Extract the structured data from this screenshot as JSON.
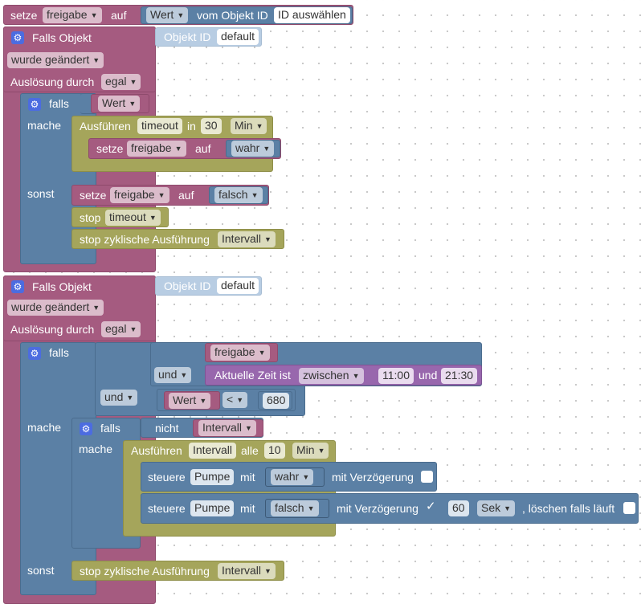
{
  "top": {
    "setze": "setze",
    "var": "freigabe",
    "auf": "auf",
    "attr": "Wert",
    "vom_objekt": "vom Objekt ID",
    "id_select": "ID auswählen"
  },
  "trigger1": {
    "title": "Falls Objekt",
    "objekt_id_label": "Objekt ID",
    "objekt_id_value": "default",
    "condition": "wurde geändert",
    "ausloesung": "Auslösung durch",
    "ausloesung_value": "egal",
    "if_block": {
      "falls": "falls",
      "falls_value": "Wert",
      "mache": "mache",
      "sonst": "sonst",
      "timeout_block": {
        "ausfuehren": "Ausführen",
        "name": "timeout",
        "in": "in",
        "value": "30",
        "unit": "Min",
        "inner": {
          "setze": "setze",
          "var": "freigabe",
          "auf": "auf",
          "value": "wahr"
        }
      },
      "else_set": {
        "setze": "setze",
        "var": "freigabe",
        "auf": "auf",
        "value": "falsch"
      },
      "stop_timeout": {
        "label": "stop",
        "name": "timeout"
      },
      "stop_interval": {
        "label": "stop zyklische Ausführung",
        "name": "Intervall"
      }
    }
  },
  "trigger2": {
    "title": "Falls Objekt",
    "objekt_id_label": "Objekt ID",
    "objekt_id_value": "default",
    "condition": "wurde geändert",
    "ausloesung": "Auslösung durch",
    "ausloesung_value": "egal",
    "if_block": {
      "falls": "falls",
      "mache": "mache",
      "sonst": "sonst",
      "and_outer": "und",
      "and_inner": "und",
      "var_freigabe": "freigabe",
      "time": {
        "label": "Aktuelle Zeit ist",
        "mode": "zwischen",
        "from": "11:00",
        "und": "und",
        "to": "21:30"
      },
      "compare": {
        "left": "Wert",
        "op": "<",
        "right": "680"
      },
      "inner_if": {
        "falls": "falls",
        "nicht": "nicht",
        "var": "Intervall",
        "mache": "mache",
        "interval": {
          "ausfuehren": "Ausführen",
          "name": "Intervall",
          "alle": "alle",
          "value": "10",
          "unit": "Min",
          "steuere1": {
            "steuere": "steuere",
            "device": "Pumpe",
            "mit": "mit",
            "value": "wahr",
            "delay_label": "mit Verzögerung"
          },
          "steuere2": {
            "steuere": "steuere",
            "device": "Pumpe",
            "mit": "mit",
            "value": "falsch",
            "delay_label": "mit Verzögerung",
            "check": "✓",
            "delay_value": "60",
            "delay_unit": "Sek",
            "clear_label": ", löschen falls läuft"
          }
        }
      },
      "stop_interval": {
        "label": "stop zyklische Ausführung",
        "name": "Intervall"
      }
    }
  }
}
